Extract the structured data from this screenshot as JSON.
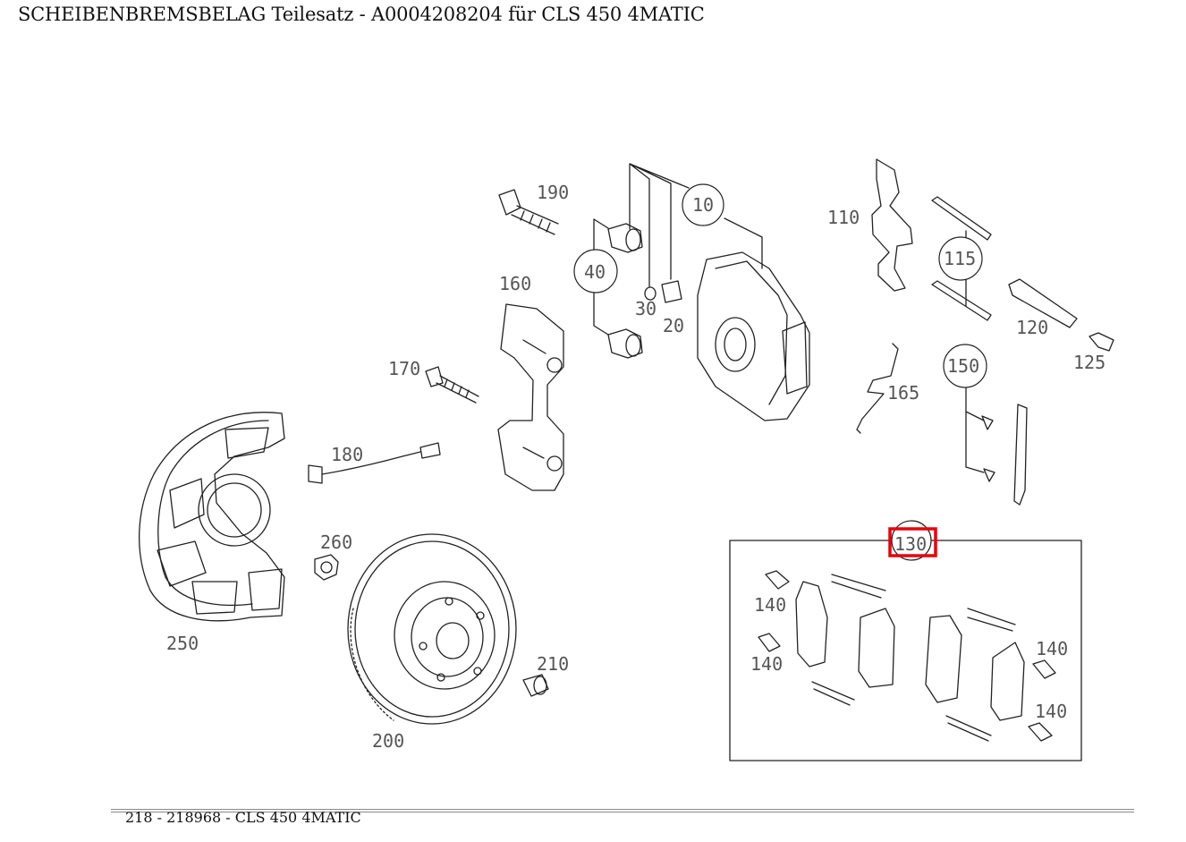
{
  "header": {
    "title": "SCHEIBENBREMSBELAG Teilesatz - A0004208204 für CLS 450 4MATIC"
  },
  "footer": {
    "caption": "218 - 218968 - CLS 450 4MATIC"
  },
  "diagram": {
    "callouts": {
      "c10": "10",
      "c20": "20",
      "c30": "30",
      "c40": "40",
      "c110": "110",
      "c115": "115",
      "c120": "120",
      "c125": "125",
      "c130": "130",
      "c140a": "140",
      "c140b": "140",
      "c140c": "140",
      "c140d": "140",
      "c150": "150",
      "c160": "160",
      "c165": "165",
      "c170": "170",
      "c180": "180",
      "c190": "190",
      "c200": "200",
      "c210": "210",
      "c250": "250",
      "c260": "260"
    },
    "highlight_color": "#e8000b",
    "highlighted_part": "130"
  }
}
